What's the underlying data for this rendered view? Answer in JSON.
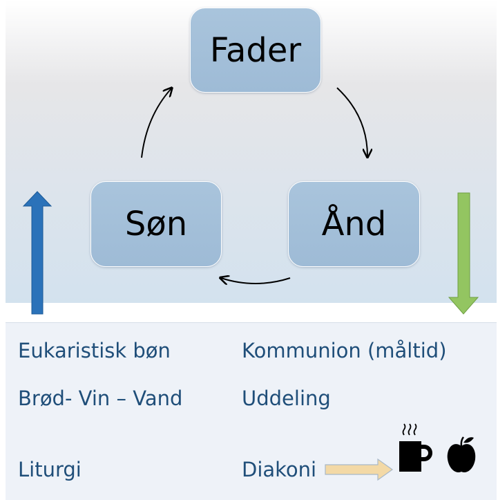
{
  "diagram": {
    "nodes": {
      "top": "Fader",
      "left": "Søn",
      "right": "Ånd"
    }
  },
  "panel": {
    "left_column": [
      "Eukaristisk bøn",
      "Brød- Vin – Vand",
      "Liturgi"
    ],
    "right_column": [
      "Kommunion (måltid)",
      "Uddeling",
      "Diakoni"
    ]
  },
  "icons": [
    "coffee-cup-icon",
    "apple-icon"
  ],
  "colors": {
    "node_fill": "#a9c4dc",
    "text_blue": "#1f4e79",
    "up_arrow": "#2b72b9",
    "down_arrow": "#93c561",
    "diakoni_arrow": "#f3d9a6"
  }
}
